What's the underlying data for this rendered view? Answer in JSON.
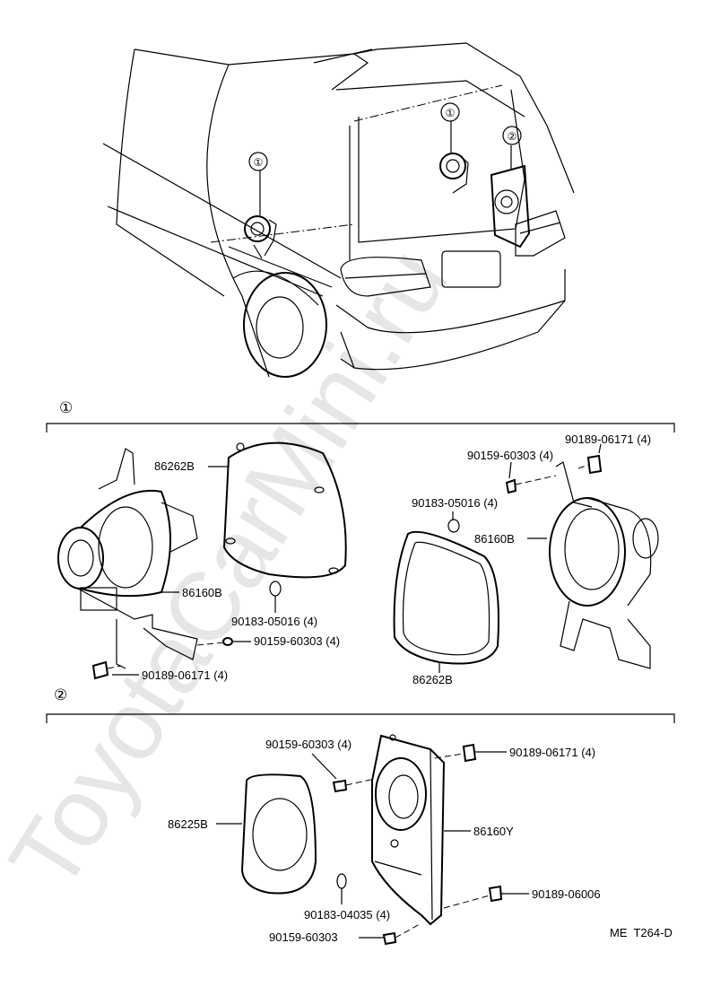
{
  "watermark": "ToyotaCarMini.ru",
  "sections": [
    {
      "id": "1",
      "marker": "①"
    },
    {
      "id": "2",
      "marker": "②"
    }
  ],
  "vehicle_callouts": [
    "①",
    "①",
    "②"
  ],
  "labels": {
    "s1_86262B_left": "86262B",
    "s1_86160B_left": "86160B",
    "s1_90183_left": "90183-05016 (4)",
    "s1_90159_left": "90159-60303 (4)",
    "s1_90189_left": "90189-06171 (4)",
    "s1_90189_right": "90189-06171 (4)",
    "s1_90159_right": "90159-60303 (4)",
    "s1_90183_right": "90183-05016 (4)",
    "s1_86160B_right": "86160B",
    "s1_86262B_right": "86262B",
    "s2_90159_top": "90159-60303 (4)",
    "s2_90189_top": "90189-06171 (4)",
    "s2_86225B": "86225B",
    "s2_86160Y": "86160Y",
    "s2_90189_06006": "90189-06006",
    "s2_90183_04035": "90183-04035 (4)",
    "s2_90159_bottom": "90159-60303"
  },
  "diagram_code": "ME  T264-D"
}
